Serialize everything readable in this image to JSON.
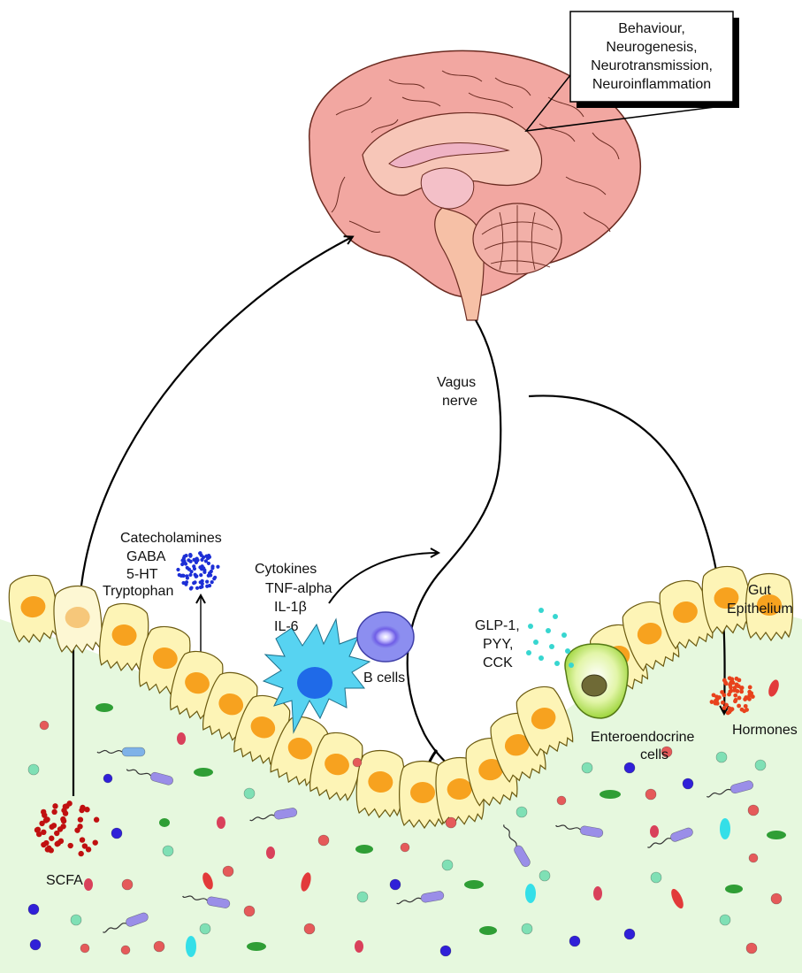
{
  "callout": {
    "lines": [
      "Behaviour,",
      "Neurogenesis,",
      "Neurotransmission,",
      "Neuroinflammation"
    ]
  },
  "labels": {
    "vagus": [
      "Vagus",
      "nerve"
    ],
    "neuro": [
      "Catecholamines",
      "GABA",
      "5-HT",
      "Tryptophan"
    ],
    "cytokines": [
      "Cytokines",
      "TNF-alpha",
      "IL-1β",
      "IL-6"
    ],
    "b_cells": "B cells",
    "gut_hormones": [
      "GLP-1,",
      "PYY,",
      "CCK"
    ],
    "gut_epithelium": [
      "Gut",
      "Epithelium"
    ],
    "hormones": "Hormones",
    "enteroendocrine": [
      "Enteroendocrine",
      "cells"
    ],
    "scfa": "SCFA"
  },
  "colors": {
    "lumen": "#e6f8de",
    "cell_fill": "#fdf4b6",
    "cell_stroke": "#6b5a10",
    "nucleus": "#f7a21f",
    "brain_outer": "#f2a7a1",
    "brain_inner": "#f7c6b8",
    "neuro_dots": "#1d2fd6",
    "scfa_dots": "#c01010",
    "hormone_dots": "#e8421c",
    "gut_hormone_dots": "#37d6d0",
    "dendritic": "#57d3f1",
    "dendritic_nucleus": "#1f6ae8",
    "b_cell": "#8c8ef0",
    "eec": "#b6e35a"
  }
}
